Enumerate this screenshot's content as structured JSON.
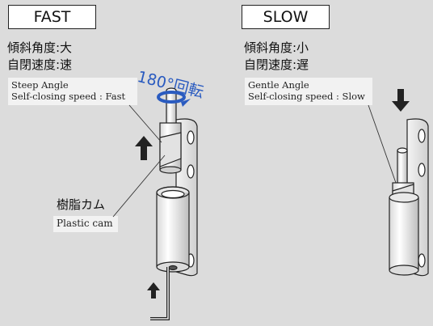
{
  "fast": {
    "title": "FAST",
    "angle_jp": "傾斜角度:大",
    "speed_jp": "自閉速度:速",
    "angle_en": "Steep Angle",
    "speed_en": "Self-closing speed : Fast"
  },
  "slow": {
    "title": "SLOW",
    "angle_jp": "傾斜角度:小",
    "speed_jp": "自閉速度:遅",
    "angle_en": "Gentle Angle",
    "speed_en": "Self-closing speed : Slow"
  },
  "rotation_label": "180°回転",
  "cam": {
    "label_jp": "樹脂カム",
    "label_en": "Plastic cam"
  },
  "colors": {
    "rotation_arrow": "#2a5bc0",
    "arrow": "#222222"
  },
  "icons": [
    "rotation-arrow-icon",
    "up-arrow-icon",
    "down-arrow-icon",
    "hex-key-icon"
  ]
}
